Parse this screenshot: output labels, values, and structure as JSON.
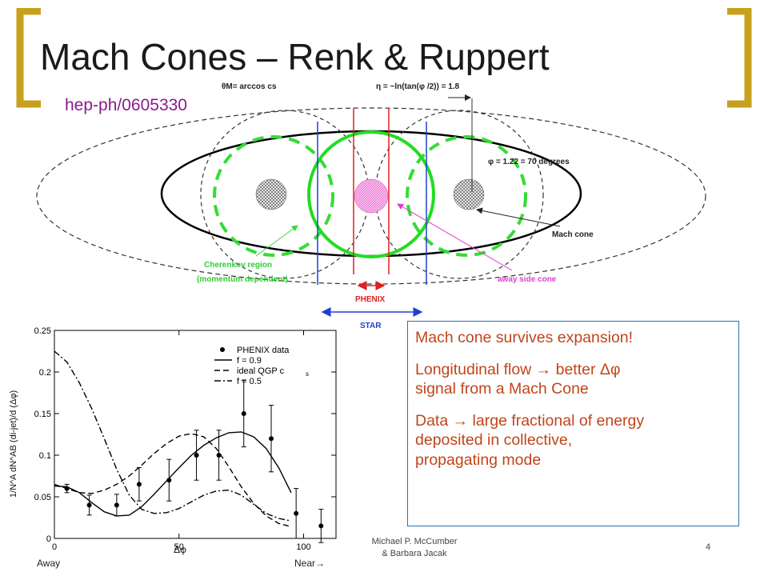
{
  "slide": {
    "title": "Mach Cones – Renk & Ruppert",
    "arxiv_ref": "hep-ph/0605330",
    "footer_author_line1": "Michael P. McCumber",
    "footer_author_line2": "& Barbara Jacak",
    "page_number": "4",
    "accent_color": "#c8a01e"
  },
  "diagram": {
    "theta_label": "θM= arccos cs",
    "eta_label": "η = −ln(tan(φ /2)) = 1.8",
    "phi_label": "φ = 1.22 = 70 degrees",
    "mach_cone_label": "Mach cone",
    "cherenkov_label_line1": "Cherenkov region",
    "cherenkov_label_line2": "(momentum dependent)",
    "away_side_label": "away side cone",
    "phenix_label": "PHENIX",
    "star_label": "STAR"
  },
  "callout": {
    "line1": "Mach cone survives expansion!",
    "line2a": "Longitudinal flow → better Δφ",
    "line2b": "signal from a Mach Cone",
    "line3a": "Data  → large fractional of energy",
    "line3b": "deposited in collective,",
    "line3c": "propagating mode"
  },
  "axis_notes": {
    "away": "Away",
    "near": "Near→"
  },
  "chart_data": {
    "type": "line",
    "xlabel": "Δφ",
    "ylabel": "1/N^A dN^AB (di-jet)/d (Δφ)",
    "xlim": [
      0,
      113
    ],
    "ylim": [
      0,
      0.25
    ],
    "xticks": [
      "0",
      "50",
      "100"
    ],
    "yticks": [
      "0",
      "0.05",
      "0.1",
      "0.15",
      "0.2",
      "0.25"
    ],
    "legend": [
      "PHENIX data",
      "f = 0.9",
      "ideal QGP c",
      "f = 0.5"
    ],
    "legend_position": "top-right",
    "series": [
      {
        "name": "PHENIX data",
        "style": "points",
        "x": [
          5,
          14,
          25,
          34,
          46,
          57,
          66,
          76,
          87,
          97,
          107
        ],
        "y": [
          0.06,
          0.04,
          0.04,
          0.065,
          0.07,
          0.1,
          0.1,
          0.15,
          0.12,
          0.03,
          0.015
        ],
        "err": [
          0.005,
          0.012,
          0.013,
          0.02,
          0.025,
          0.03,
          0.03,
          0.04,
          0.04,
          0.03,
          0.02
        ]
      },
      {
        "name": "f = 0.9",
        "style": "solid",
        "x": [
          0,
          5,
          10,
          15,
          20,
          25,
          30,
          35,
          40,
          45,
          50,
          55,
          60,
          65,
          70,
          75,
          80,
          85,
          90,
          95
        ],
        "y": [
          0.063,
          0.062,
          0.055,
          0.043,
          0.032,
          0.027,
          0.028,
          0.038,
          0.053,
          0.069,
          0.085,
          0.1,
          0.112,
          0.121,
          0.127,
          0.128,
          0.122,
          0.108,
          0.085,
          0.055
        ]
      },
      {
        "name": "ideal QGP c",
        "style": "dashed",
        "x": [
          0,
          5,
          10,
          15,
          20,
          25,
          30,
          35,
          40,
          45,
          50,
          55,
          60,
          65,
          70,
          75,
          80,
          85,
          90,
          95
        ],
        "y": [
          0.065,
          0.06,
          0.055,
          0.054,
          0.058,
          0.065,
          0.075,
          0.088,
          0.102,
          0.114,
          0.123,
          0.126,
          0.122,
          0.108,
          0.086,
          0.062,
          0.042,
          0.027,
          0.018,
          0.014
        ]
      },
      {
        "name": "f = 0.5",
        "style": "dashdot",
        "x": [
          0,
          5,
          10,
          15,
          20,
          25,
          30,
          35,
          40,
          45,
          50,
          55,
          60,
          65,
          70,
          75,
          80,
          85,
          90,
          95
        ],
        "y": [
          0.225,
          0.212,
          0.187,
          0.156,
          0.12,
          0.083,
          0.052,
          0.035,
          0.03,
          0.031,
          0.036,
          0.044,
          0.052,
          0.057,
          0.058,
          0.052,
          0.041,
          0.03,
          0.024,
          0.021
        ]
      }
    ]
  }
}
